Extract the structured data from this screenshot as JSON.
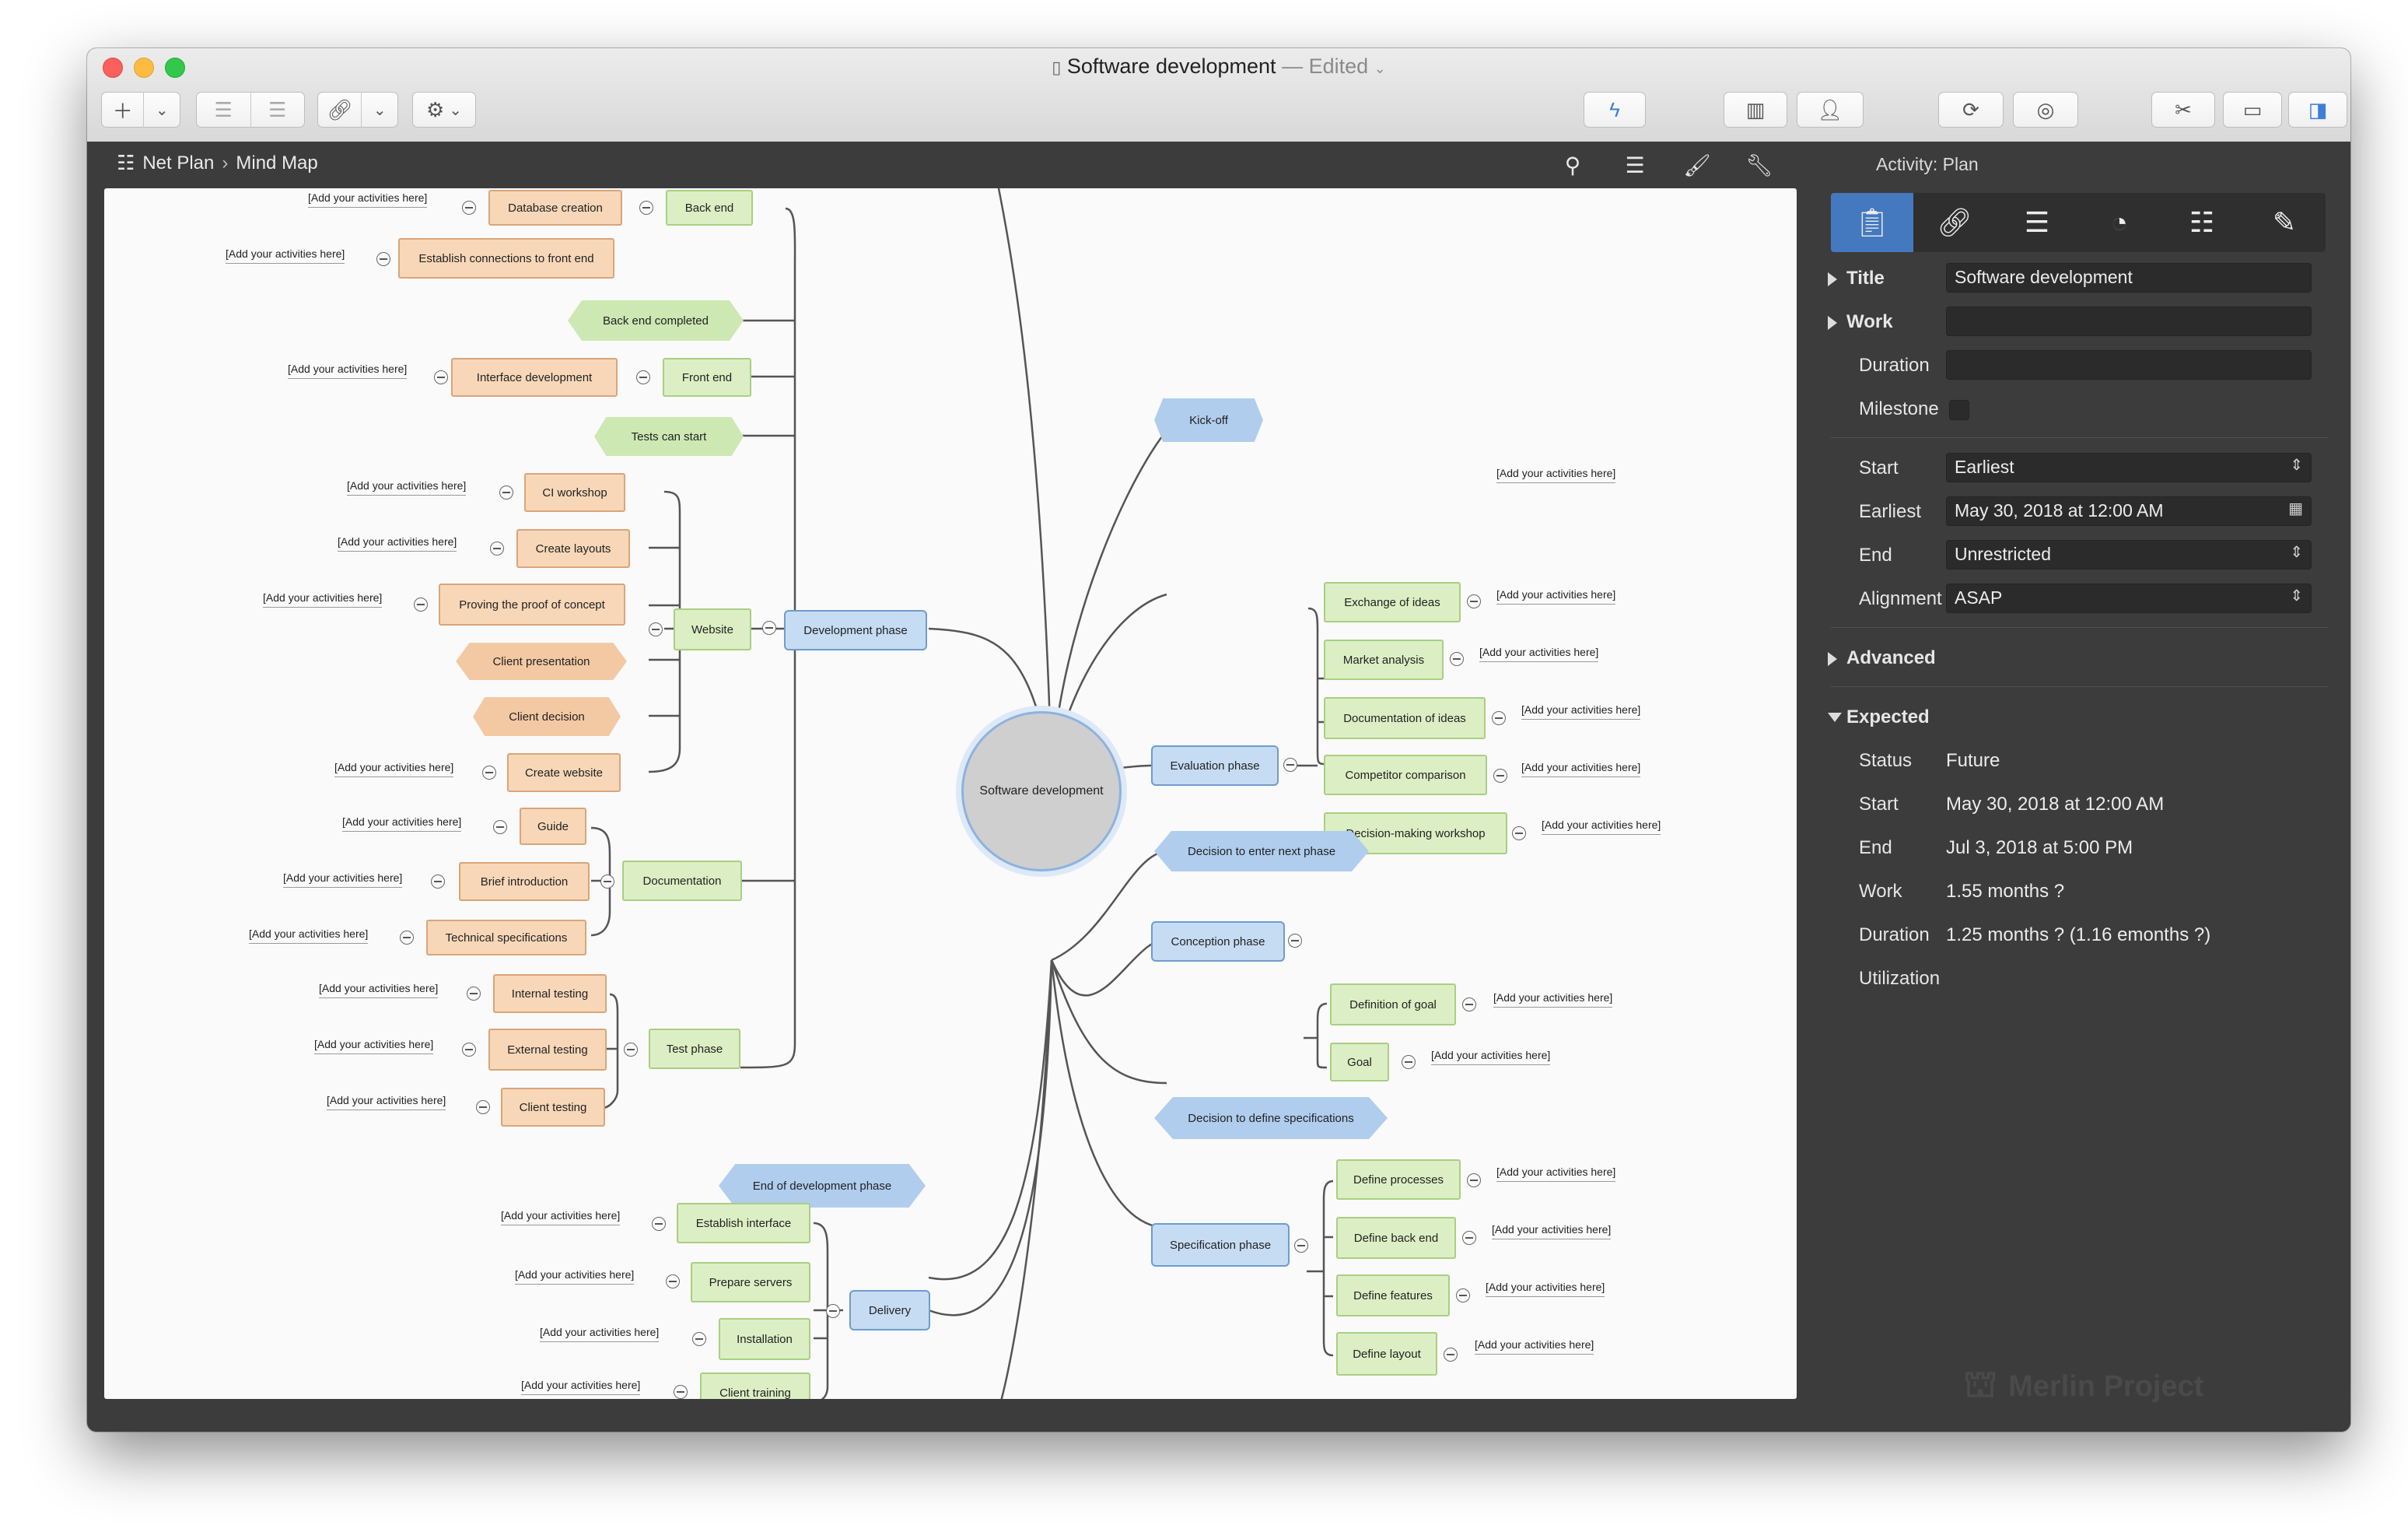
{
  "window": {
    "title": "Software development",
    "status": "— Edited"
  },
  "breadcrumb": {
    "view": "Net Plan",
    "subview": "Mind Map"
  },
  "inspector": {
    "header": "Activity: Plan",
    "title_label": "Title",
    "title_value": "Software development",
    "work_label": "Work",
    "duration_label": "Duration",
    "milestone_label": "Milestone",
    "start_label": "Start",
    "start_value": "Earliest",
    "earliest_label": "Earliest",
    "earliest_value": "May 30, 2018 at 12:00 AM",
    "end_label": "End",
    "end_value": "Unrestricted",
    "alignment_label": "Alignment",
    "alignment_value": "ASAP",
    "advanced_label": "Advanced",
    "expected_label": "Expected",
    "exp_status_label": "Status",
    "exp_status_value": "Future",
    "exp_start_label": "Start",
    "exp_start_value": "May 30, 2018 at 12:00 AM",
    "exp_end_label": "End",
    "exp_end_value": "Jul 3, 2018 at 5:00 PM",
    "exp_work_label": "Work",
    "exp_work_value": "1.55 months ?",
    "exp_duration_label": "Duration",
    "exp_duration_value": "1.25 months ? (1.16 emonths ?)",
    "exp_util_label": "Utilization",
    "watermark": "Merlin Project"
  },
  "mindmap": {
    "center": "Software development",
    "note": "[Add your activities here]",
    "nodes": {
      "database_creation": "Database creation",
      "establish_connections": "Establish connections to front end",
      "back_end": "Back end",
      "back_end_completed": "Back end completed",
      "interface_development": "Interface development",
      "front_end": "Front end",
      "tests_can_start": "Tests can start",
      "ci_workshop": "CI workshop",
      "create_layouts": "Create layouts",
      "proving_concept": "Proving the proof of concept",
      "website": "Website",
      "client_presentation": "Client presentation",
      "client_decision": "Client decision",
      "create_website": "Create website",
      "development_phase": "Development phase",
      "guide": "Guide",
      "brief_introduction": "Brief introduction",
      "documentation": "Documentation",
      "technical_specifications": "Technical specifications",
      "internal_testing": "Internal testing",
      "external_testing": "External testing",
      "test_phase": "Test phase",
      "client_testing": "Client testing",
      "end_dev_phase": "End of development phase",
      "establish_interface": "Establish interface",
      "prepare_servers": "Prepare servers",
      "delivery": "Delivery",
      "installation": "Installation",
      "client_training": "Client training",
      "kick_off": "Kick-off",
      "exchange_ideas": "Exchange of ideas",
      "market_analysis": "Market analysis",
      "evaluation_phase": "Evaluation phase",
      "documentation_ideas": "Documentation of ideas",
      "competitor_comparison": "Competitor comparison",
      "decision_workshop": "Decision-making workshop",
      "decision_next_phase": "Decision to enter next phase",
      "definition_goal": "Definition of goal",
      "conception_phase": "Conception phase",
      "goal": "Goal",
      "decision_specs": "Decision to define specifications",
      "define_processes": "Define processes",
      "define_back_end": "Define back end",
      "specification_phase": "Specification phase",
      "define_features": "Define features",
      "define_layout": "Define layout"
    }
  }
}
